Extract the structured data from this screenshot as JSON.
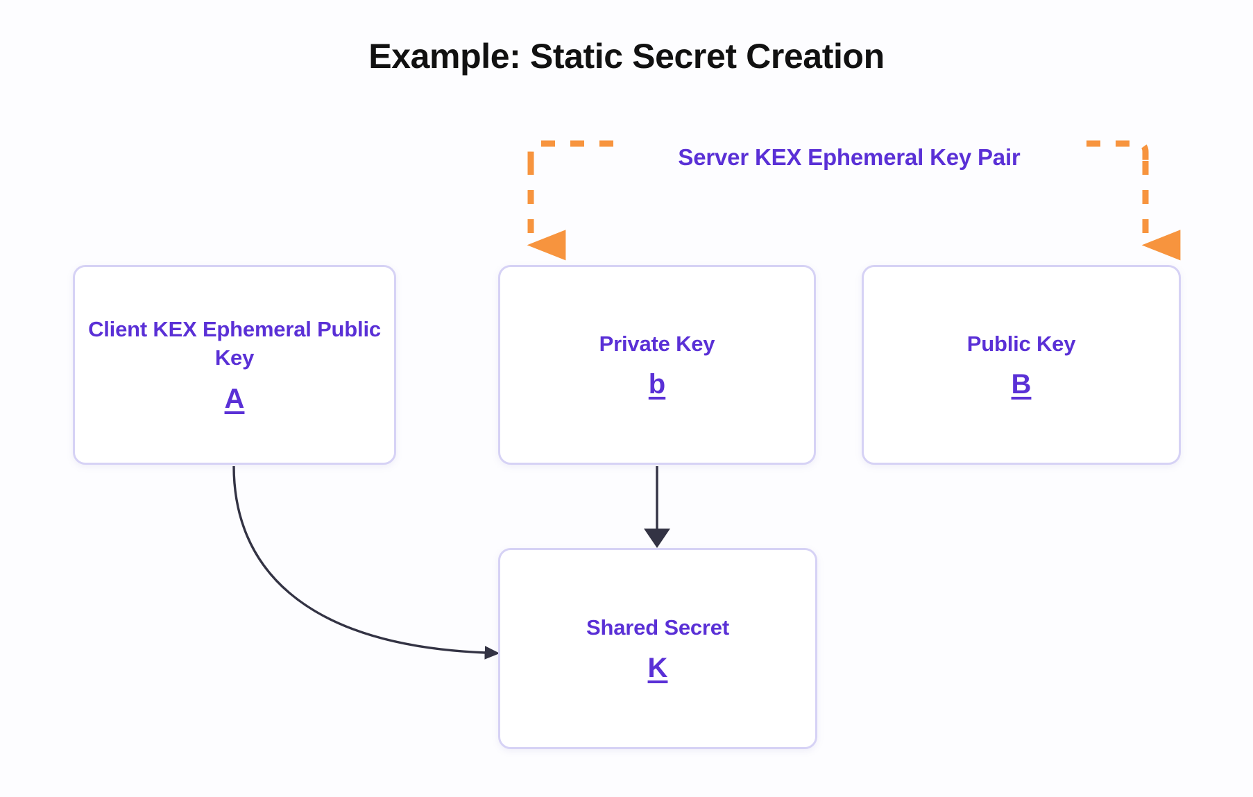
{
  "title": "Example: Static Secret Creation",
  "colors": {
    "background": "#fdfdff",
    "title_text": "#111111",
    "node_text": "#5a30d6",
    "node_border": "#d6d2f5",
    "node_fill": "#ffffff",
    "bracket_orange": "#f7943e",
    "arrow_dark": "#333344"
  },
  "bracket": {
    "label": "Server KEX Ephemeral Key Pair",
    "style": "dashed",
    "color": "#f7943e",
    "targets": [
      "Private Key",
      "Public Key"
    ]
  },
  "nodes": [
    {
      "id": "client-public-key",
      "title": "Client KEX Ephemeral Public Key",
      "symbol": "A"
    },
    {
      "id": "private-key",
      "title": "Private Key",
      "symbol": "b"
    },
    {
      "id": "public-key",
      "title": "Public Key",
      "symbol": "B"
    },
    {
      "id": "shared-secret",
      "title": "Shared Secret",
      "symbol": "K"
    }
  ],
  "edges": [
    {
      "from": "client-public-key",
      "to": "shared-secret",
      "style": "curved-solid",
      "color": "#333344"
    },
    {
      "from": "private-key",
      "to": "shared-secret",
      "style": "straight-solid",
      "color": "#333344"
    },
    {
      "from": "bracket",
      "to": "private-key",
      "style": "dashed",
      "color": "#f7943e"
    },
    {
      "from": "bracket",
      "to": "public-key",
      "style": "dashed",
      "color": "#f7943e"
    }
  ]
}
